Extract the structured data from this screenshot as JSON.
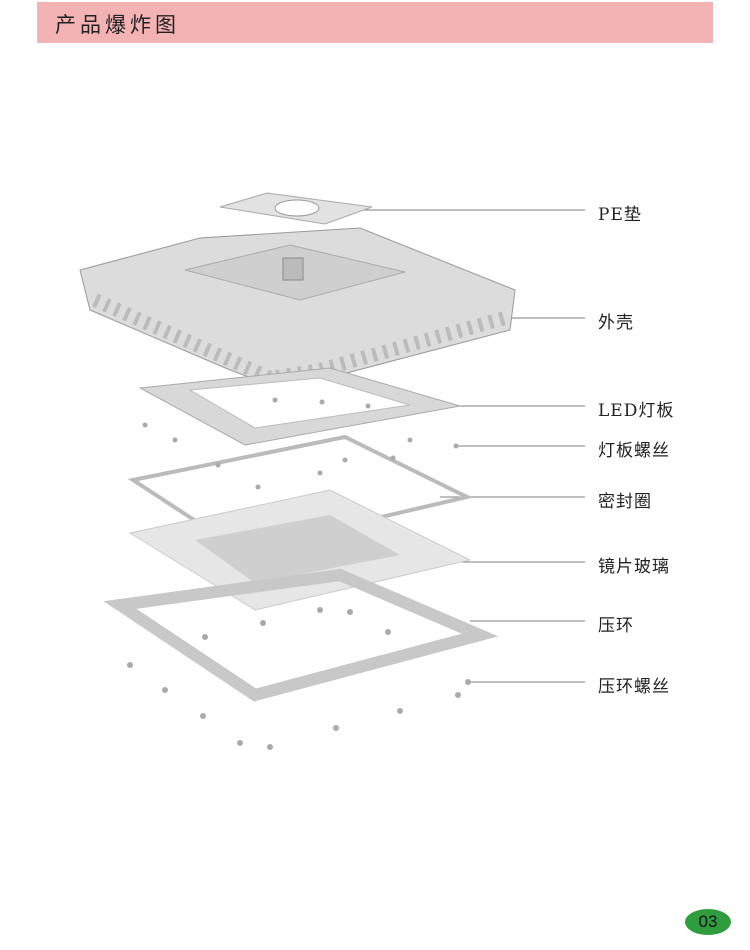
{
  "header": {
    "title": "产品爆炸图"
  },
  "labels": {
    "pe_pad": "PE垫",
    "housing": "外壳",
    "led_board": "LED灯板",
    "board_screws": "灯板螺丝",
    "seal_ring": "密封圈",
    "lens_glass": "镜片玻璃",
    "press_ring": "压环",
    "press_ring_screws": "压环螺丝"
  },
  "page_number": "03",
  "colors": {
    "header_bg": "#f3b3b5",
    "page_badge": "#2f9d3d"
  }
}
